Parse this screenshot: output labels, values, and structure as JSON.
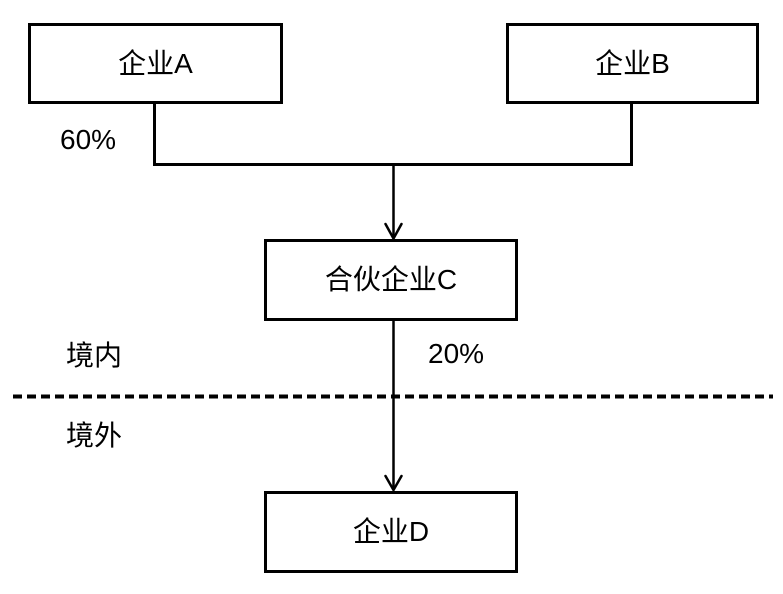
{
  "diagram": {
    "background_color": "#ffffff",
    "line_color": "#000000",
    "nodes": {
      "company_a": {
        "label": "企业A"
      },
      "company_b": {
        "label": "企业B"
      },
      "partnership_c": {
        "label": "合伙企业C"
      },
      "company_d": {
        "label": "企业D"
      }
    },
    "edge_labels": {
      "ownership_a_to_c": "60%",
      "ownership_c_to_d": "20%"
    },
    "region_labels": {
      "domestic": "境内",
      "overseas": "境外"
    }
  }
}
